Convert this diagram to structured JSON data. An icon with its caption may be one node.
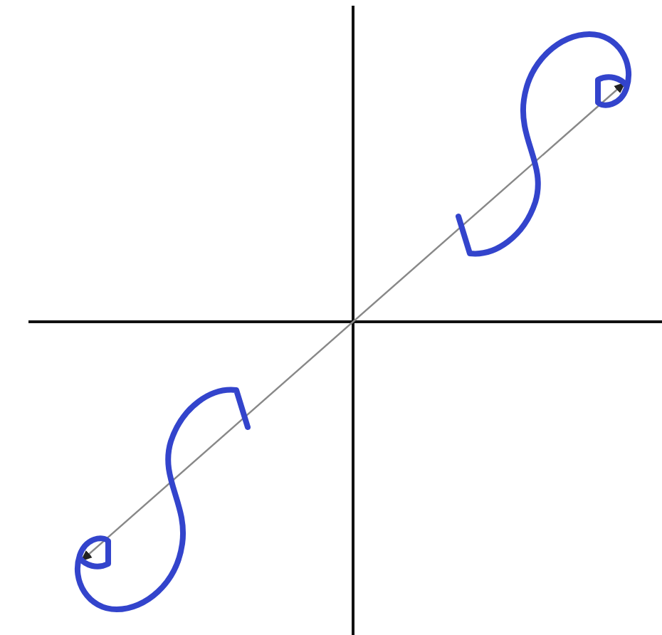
{
  "diagram": {
    "nodes": [
      {
        "text": [],
        "shape": "picture"
      },
      {
        "text": [],
        "shape": "picture"
      }
    ],
    "edges": [
      {
        "from": 1,
        "to": 0,
        "arrow": "both"
      }
    ]
  }
}
